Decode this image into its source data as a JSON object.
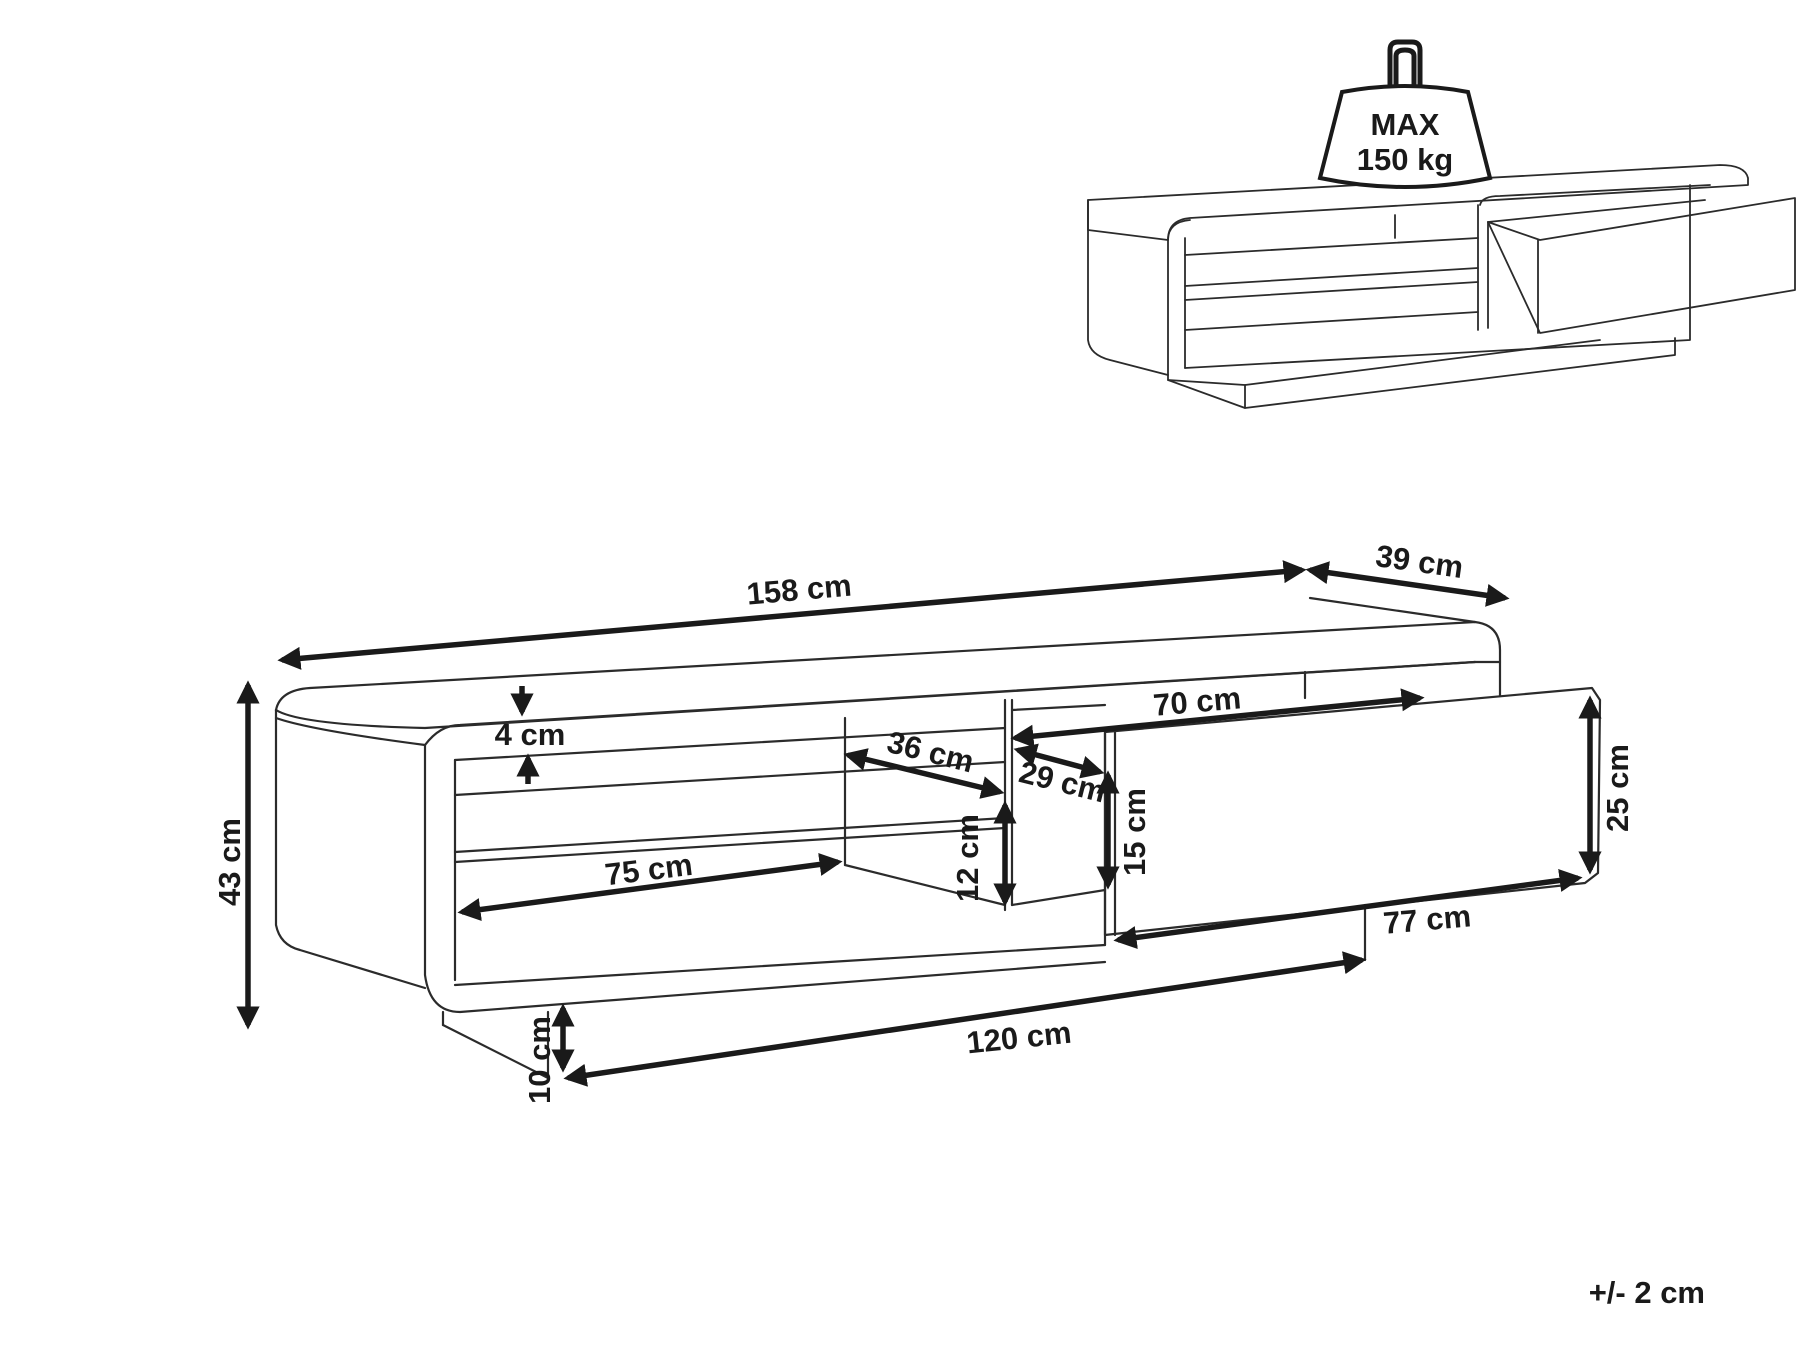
{
  "weight": {
    "line1": "MAX",
    "line2": "150 kg"
  },
  "dimensions": {
    "total_width": "158 cm",
    "depth": "39 cm",
    "height": "43 cm",
    "shelf_thickness": "4 cm",
    "shelf_depth": "36 cm",
    "shelf_width": "75 cm",
    "shelf_gap": "12 cm",
    "drawer_depth": "29 cm",
    "drawer_inner_height": "15 cm",
    "drawer_width": "70 cm",
    "drawer_height": "25 cm",
    "drawer_front_width": "77 cm",
    "base_width": "120 cm",
    "base_height": "10 cm"
  },
  "tolerance": "+/- 2 cm"
}
